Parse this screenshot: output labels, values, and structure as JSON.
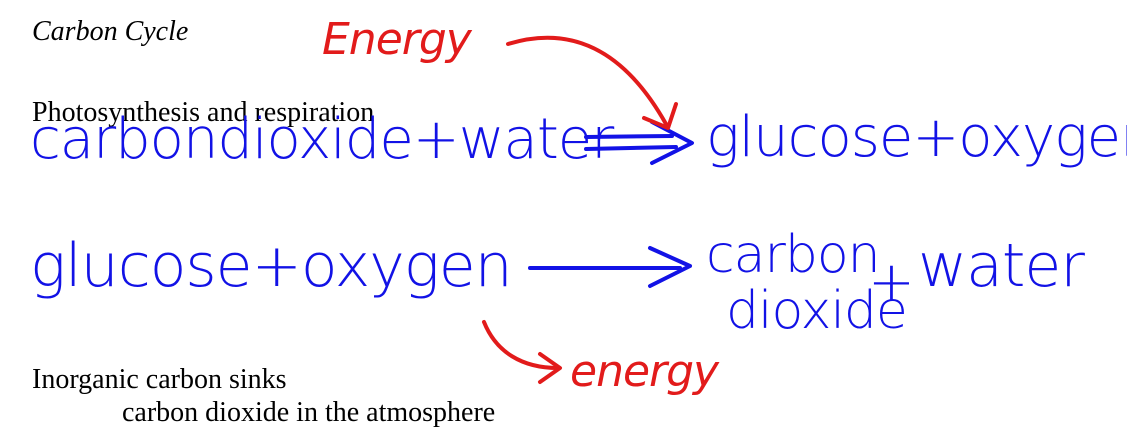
{
  "slide": {
    "title": "Carbon Cycle",
    "subtitle": "Photosynthesis and respiration",
    "section": "Inorganic carbon sinks",
    "bullet": "carbon dioxide in the atmosphere"
  },
  "handwriting": {
    "photosynthesis": {
      "reactants": "carbondioxide+water",
      "products": "glucose+oxygen"
    },
    "respiration": {
      "reactants": "glucose+oxygen",
      "product_1_line1": "carbon",
      "product_1_line2": "dioxide",
      "plus": "+",
      "product_2": "water"
    },
    "annotation_top": "Energy",
    "annotation_bottom": "energy"
  },
  "colors": {
    "ink_blue": "#1212e6",
    "ink_red": "#e21b1b",
    "typed_text": "#000000"
  }
}
